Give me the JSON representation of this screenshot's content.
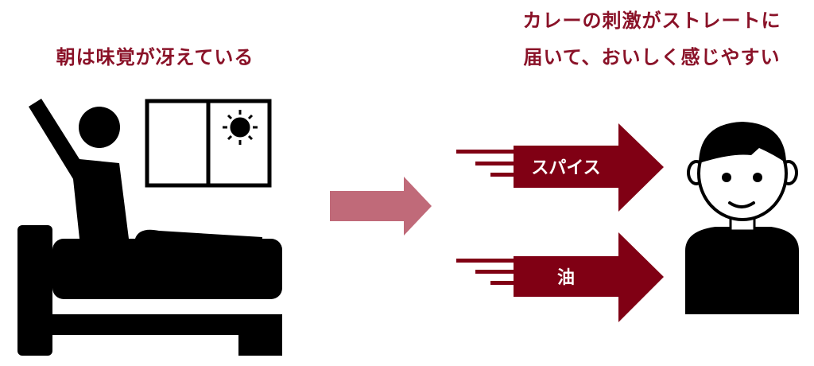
{
  "left_caption": "朝は味覚が冴えている",
  "right_caption": {
    "line1": "カレーの刺激がストレートに",
    "line2": "届いて、おいしく感じやすい"
  },
  "arrows": [
    {
      "label": "スパイス"
    },
    {
      "label": "油"
    }
  ],
  "colors": {
    "accent": "#800014",
    "transition_arrow": "#c06a79",
    "figure": "#000000"
  }
}
